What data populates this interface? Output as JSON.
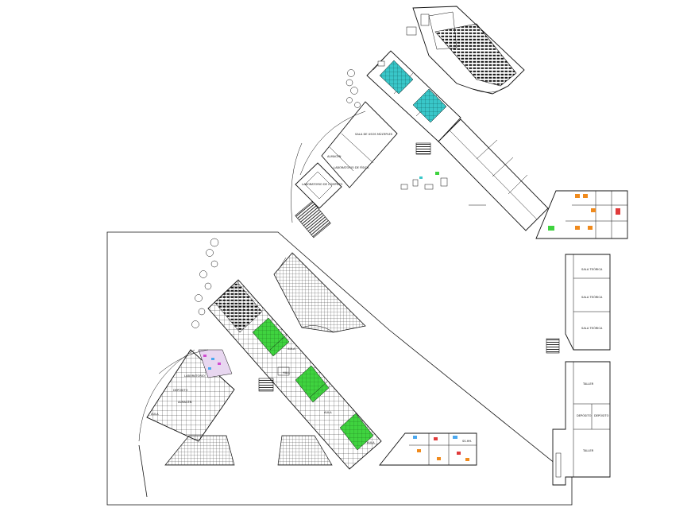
{
  "colors": {
    "line": "#111111",
    "cyan_fill": "#39c7c9",
    "green_fill": "#3fd33f",
    "magenta_fill": "#d04bd0",
    "orange_fill": "#f08a1c",
    "blue_fill": "#4aa8f0",
    "red_fill": "#e03a3a"
  },
  "labels": {
    "sala_usos": "SALA DE USOS MÚLTIPLES",
    "lab_computo": "LABORATORIO DE CÓMPUTO",
    "lab_fisica": "LABORATORIO DE FÍSICA",
    "almacen": "ALMACÉN",
    "laboratorio": "LABORATORIO",
    "deposito": "DEPÓSITO",
    "aula_1": "AULA",
    "aula_2": "AULA",
    "aula_3": "AULA",
    "aula_4": "AULA",
    "sala_teorica_1": "SALA TEÓRICA",
    "sala_teorica_2": "SALA TEÓRICA",
    "sala_teorica_3": "SALA TEÓRICA",
    "taller_1": "TALLER",
    "taller_2": "TALLER",
    "deposito_2": "DEPÓSITO",
    "deposito_3": "DEPÓSITO",
    "hall": "HALL",
    "sshh": "SS.HH."
  }
}
